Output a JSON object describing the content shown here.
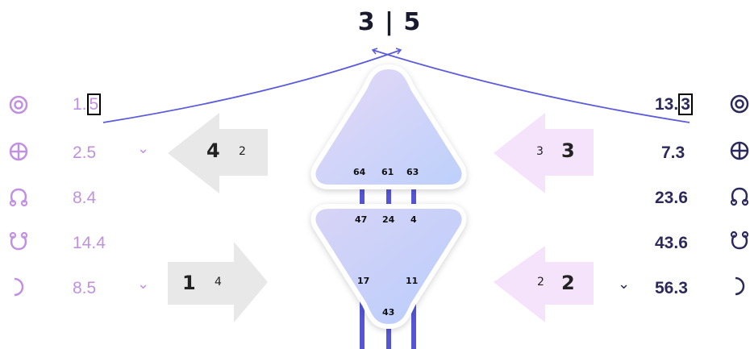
{
  "header": {
    "profile": "3 | 5"
  },
  "left_panel": {
    "rows": [
      {
        "icon": "sun-icon",
        "value_prefix": "1.",
        "value_highlight": "5"
      },
      {
        "icon": "earth-icon",
        "value": "2.5",
        "chevron": "⌄"
      },
      {
        "icon": "north-node-icon",
        "value": "8.4"
      },
      {
        "icon": "south-node-icon",
        "value": "14.4"
      },
      {
        "icon": "moon-icon",
        "value": "8.5",
        "chevron": "⌄"
      }
    ]
  },
  "right_panel": {
    "rows": [
      {
        "icon": "sun-icon",
        "value_prefix": "13.",
        "value_highlight": "3"
      },
      {
        "icon": "earth-icon",
        "value": "7.3"
      },
      {
        "icon": "north-node-icon",
        "value": "23.6"
      },
      {
        "icon": "south-node-icon",
        "value": "43.6"
      },
      {
        "icon": "moon-icon",
        "value": "56.3",
        "chevron": "⌄"
      }
    ]
  },
  "arrows": {
    "top_left": {
      "big": "4",
      "small": "2"
    },
    "bottom_left": {
      "big": "1",
      "small": "4"
    },
    "top_right": {
      "big": "3",
      "small": "3"
    },
    "bottom_right": {
      "big": "2",
      "small": "2"
    }
  },
  "head_center": {
    "gates": [
      "64",
      "61",
      "63"
    ]
  },
  "ajna_center": {
    "gates_top": [
      "47",
      "24",
      "4"
    ],
    "gates_side": [
      "17",
      "11"
    ],
    "gate_bottom": "43"
  },
  "colors": {
    "personality_purple": "#c091e0",
    "design_navy": "#2c2a5a",
    "connector_line": "#5b5bdc",
    "arrow_gray": "#e8e8e8",
    "arrow_pink": "#f5e2fb"
  }
}
